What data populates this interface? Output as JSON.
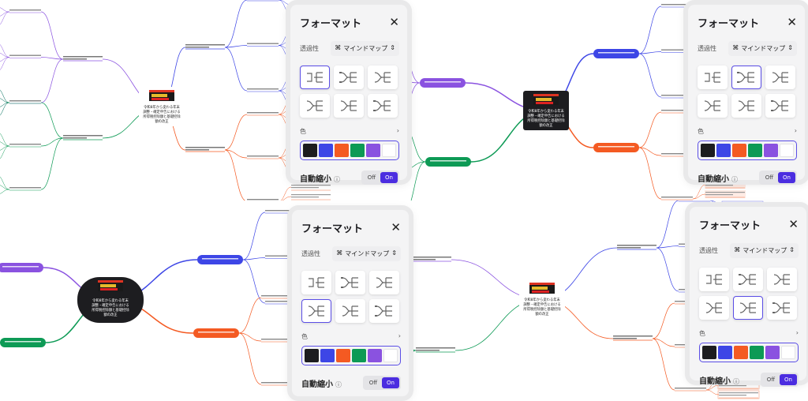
{
  "central_topic": "令和8年から変わる年末調整・確定申告における所得税控除額と基礎控除額の改正",
  "format": {
    "title": "フォーマット",
    "close_icon": "close-icon",
    "transparency_label": "透過性",
    "layout_select_icon": "⌘",
    "layout_select_value": "マインドマップ",
    "layout_select_chevron": "⇕",
    "color_label": "色",
    "color_chevron": "›",
    "auto_shrink_label": "自動縮小",
    "info_icon": "ⓘ",
    "toggle_off": "Off",
    "toggle_on": "On"
  },
  "swatches": [
    "#1c1c1f",
    "#3d46e6",
    "#f45a22",
    "#0d9a55",
    "#8a52e0",
    "#ffffff"
  ],
  "branch_colors": {
    "purple": "#8a52e0",
    "blue": "#3d46e6",
    "green": "#0d9a55",
    "orange": "#f45a22"
  },
  "panels": [
    {
      "selected_layout": 0,
      "auto_shrink": "On"
    },
    {
      "selected_layout": 1,
      "auto_shrink": "On"
    },
    {
      "selected_layout": 3,
      "auto_shrink": "On"
    },
    {
      "selected_layout": 4,
      "auto_shrink": "On"
    }
  ]
}
